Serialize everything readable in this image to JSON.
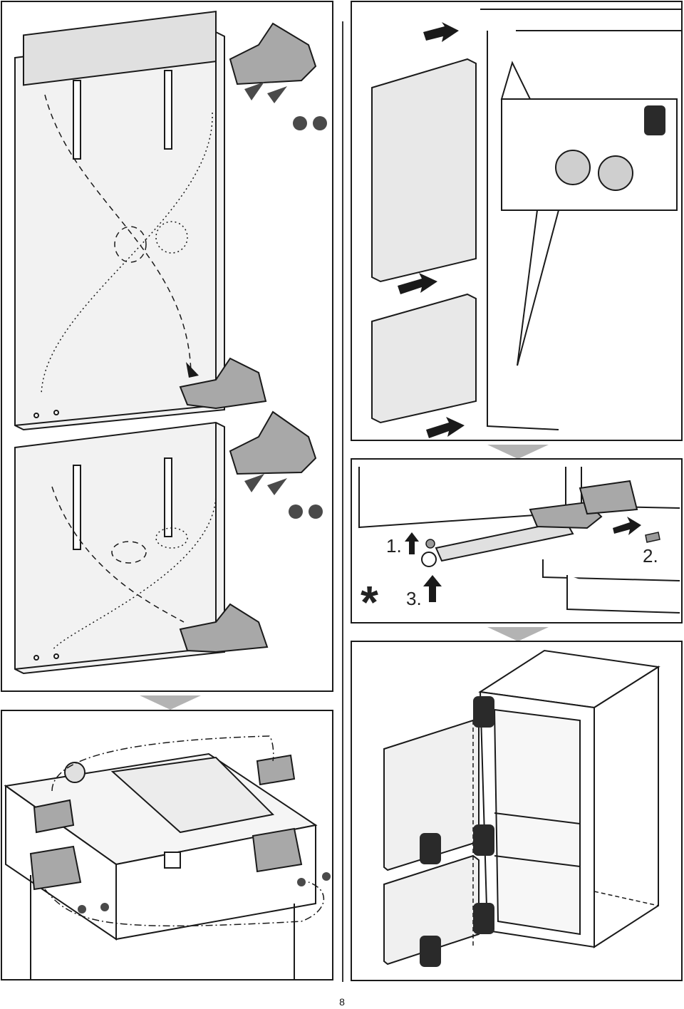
{
  "page": {
    "number": "8"
  },
  "panels": {
    "door_hinges": {
      "name": "hinge-transfer-panel"
    },
    "doors_mounted": {
      "name": "doors-mounting-panel"
    },
    "damper": {
      "name": "damper-installation-panel",
      "steps": [
        "1.",
        "2.",
        "3."
      ],
      "note_symbol": "*"
    },
    "top_brackets": {
      "name": "top-bracket-panel"
    },
    "adjust": {
      "name": "hinge-adjustment-panel"
    }
  },
  "colors": {
    "line": "#1a1a1a",
    "door": "#e8e8e8",
    "metal": "#9a9a9a",
    "flow_arrow": "#b3b3b3"
  },
  "icons": [
    "screwdriver-icon",
    "torx-screw-icon",
    "push-arrow-icon",
    "flow-arrow-icon"
  ]
}
